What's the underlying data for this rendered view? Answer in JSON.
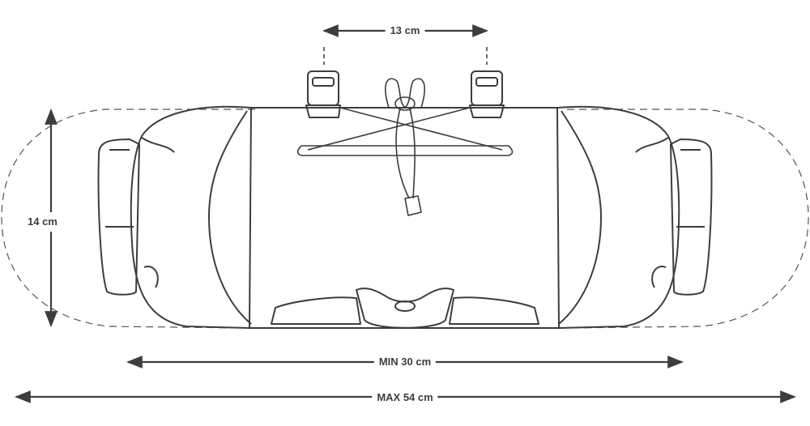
{
  "dimensions": {
    "mount_width": "13 cm",
    "height": "14 cm",
    "min_length": "MIN 30 cm",
    "max_length": "MAX 54 cm"
  },
  "colors": {
    "line": "#3d3d3d",
    "dashed_outline": "#555555",
    "background": "#ffffff"
  }
}
